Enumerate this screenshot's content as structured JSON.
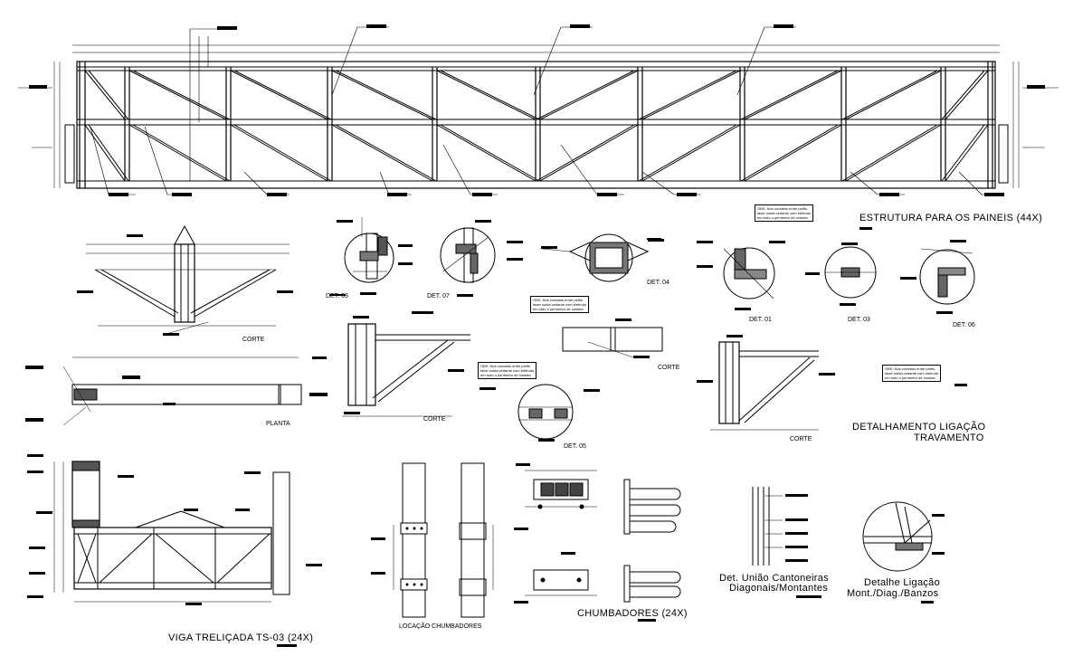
{
  "titles": {
    "estrutura": "ESTRUTURA PARA OS PAINEIS (44X)",
    "detalhamento_line1": "DETALHAMENTO LIGAÇÃO",
    "detalhamento_line2": "TRAVAMENTO",
    "viga": "VIGA TRELIÇADA TS-03 (24X)",
    "chumbadores": "CHUMBADORES (24X)",
    "uniao_line1": "Det. União Cantoneiras",
    "uniao_line2": "Diagonais/Montantes",
    "ligacao_line1": "Detalhe Ligação",
    "ligacao_line2": "Mont./Diag./Banzos",
    "locacao": "LOCAÇÃO CHUMBADORES"
  },
  "labels": {
    "corte": "CORTE",
    "planta": "PLANTA",
    "det03": "DET. 03",
    "det07": "DET. 07",
    "det04": "DET. 04",
    "det05": "DET. 05",
    "det01": "DET. 01",
    "det06": "DET. 06"
  },
  "notes": {
    "note": "OBS: Nos contatos entre perfis\nfazer solda vedante com eletrodo\nem todo o perímetro de contato"
  }
}
